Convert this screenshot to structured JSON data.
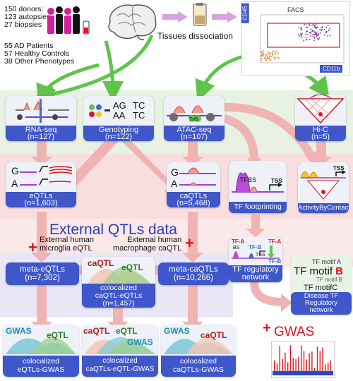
{
  "cohort": {
    "lines": [
      "150 donors:",
      "123 autopsies",
      "27 biopsies"
    ],
    "pheno_lines": [
      "55 AD Patients",
      "57 Healthy Controls",
      "38 Other Phenotypes"
    ]
  },
  "dissociation_label": "Tissues dissociation",
  "facs": {
    "title": "FACS",
    "yaxis": "CD45",
    "xaxis": "CD11b"
  },
  "assays": [
    {
      "name": "RNA-seq",
      "n": "(n=127)"
    },
    {
      "name": "Genotyping",
      "n": "(n=122)"
    },
    {
      "name": "ATAC-seq",
      "n": "(n=107)"
    },
    {
      "name": "Hi-C",
      "n": "(n=5)"
    }
  ],
  "genotype_glyphs": {
    "pair1": "AG",
    "pair2": "AA",
    "pair3": "TC",
    "pair4": "TC"
  },
  "atac_tn5": "Tn5",
  "qtls": [
    {
      "name": "eQTLs",
      "n": "(n=1,603)",
      "g": "G",
      "a": "A"
    },
    {
      "name": "caQTLs",
      "n": "(n=5,468)",
      "g": "G",
      "a": "A"
    }
  ],
  "tf_footprinting": {
    "label": "TF footprinting",
    "tfbs": "TFBS",
    "tss": "TSS"
  },
  "abc": {
    "label": "ActivityByContact",
    "tss": "TSS"
  },
  "external": {
    "title": "External QTLs data",
    "microglia": [
      "External human",
      "microglia eQTL"
    ],
    "macrophage": [
      "External human",
      "macrophage caQTL"
    ],
    "plus": "+"
  },
  "meta": [
    {
      "name": "meta-eQTLs",
      "n": "(n=7,302)"
    },
    {
      "name": "meta-caQTLs",
      "n": "(n=10,266)"
    }
  ],
  "coloc": {
    "ca": "caQTL",
    "e": "eQTL",
    "caption": [
      "colocalized",
      "caQTL-eQTLs",
      "(n=1,457)"
    ]
  },
  "tf_network": {
    "label": [
      "TF regulatory",
      "network"
    ],
    "tfa": "TF-A",
    "tfb": "TF-B",
    "bs": "BS",
    "tss": "TSS",
    "tfa2": "TF-A",
    "tfb2": "TF-B"
  },
  "disease_net": {
    "motif_a": "TF motif A",
    "motif_b_pre": "TF motif ",
    "motif_b_letter": "B",
    "motif_b_small": "TF motif B",
    "motif_c": "TF motifC",
    "caption": [
      "Disease TF",
      "Regulatory",
      "network"
    ]
  },
  "gwas_panels": [
    {
      "labels": [
        "GWAS",
        "eQTL"
      ],
      "caption": [
        "colocalized",
        "eQTLs-GWAS"
      ]
    },
    {
      "labels": [
        "caQTL",
        "eQTL",
        "GWAS"
      ],
      "caption": [
        "colocalized",
        "caQTLs-eQTL-GWAS"
      ]
    },
    {
      "labels": [
        "GWAS",
        "caQTL"
      ],
      "caption": [
        "colocalized",
        "caQTLs-GWAS"
      ]
    }
  ],
  "gwas_plus": {
    "plus": "+",
    "label": "GWAS"
  },
  "colors": {
    "arrow_green": "#5ec54a",
    "arrow_pink": "#f0b3b3",
    "box_blue": "#3f57c9",
    "band_green": "#e7f2e3",
    "band_pink": "#f9dede",
    "band_purple": "#e9e6f5",
    "accent_red": "#e0131f"
  }
}
